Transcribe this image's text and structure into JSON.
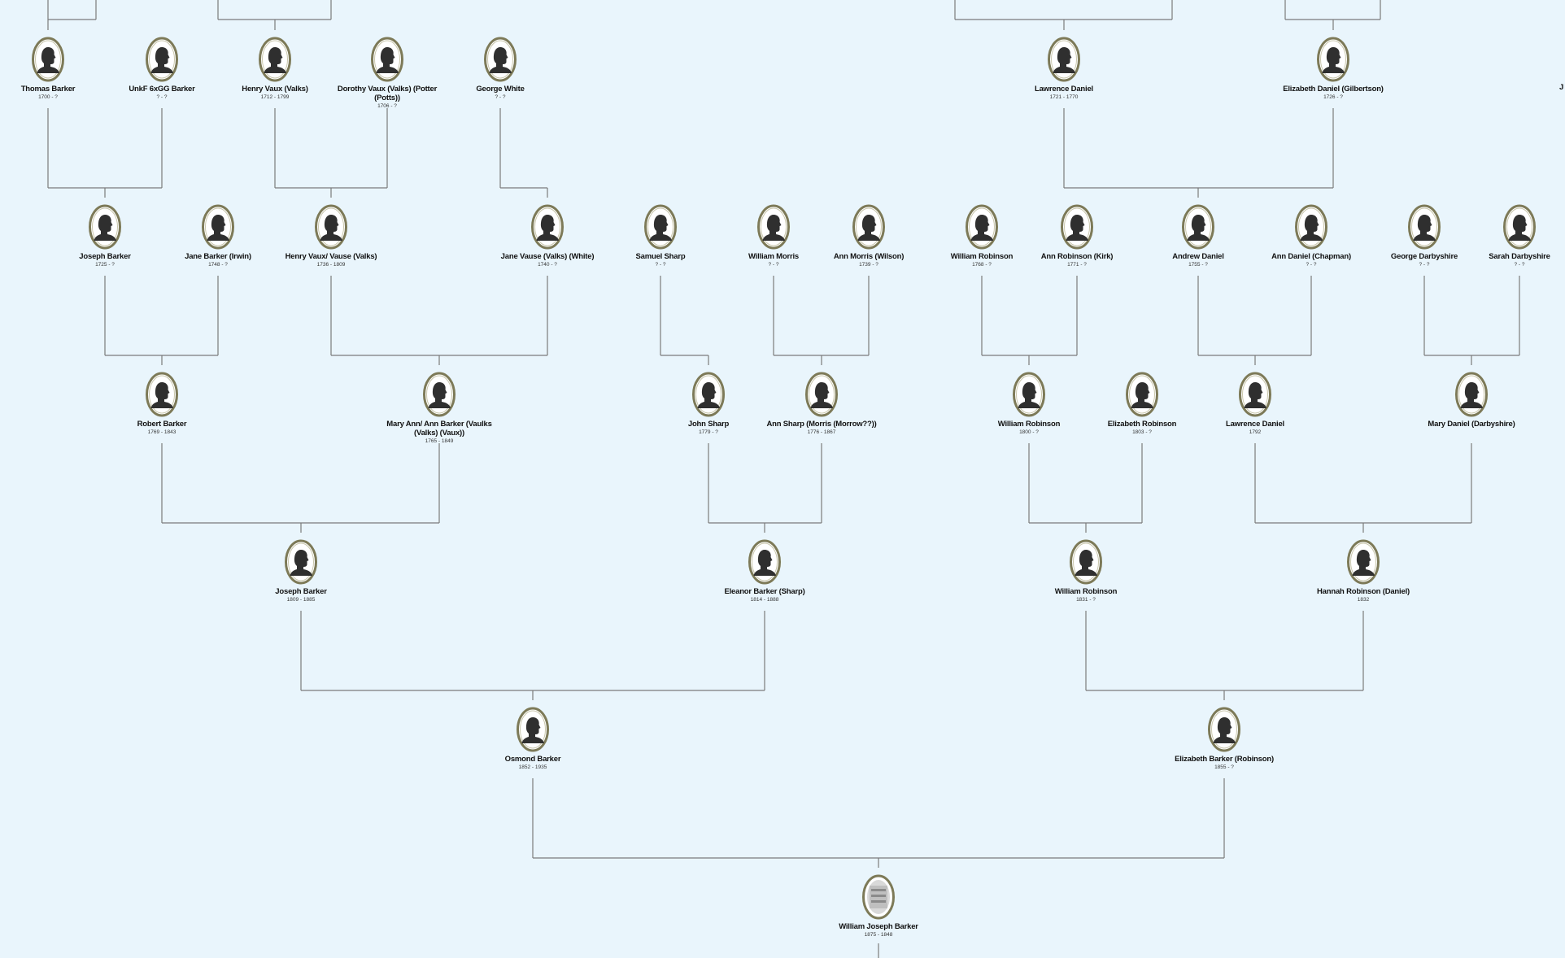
{
  "tree": {
    "people": [
      {
        "id": "thomas-barker",
        "name": "Thomas Barker",
        "dates": "1700 - ?"
      },
      {
        "id": "unkf-barker",
        "name": "UnkF 6xGG Barker",
        "dates": "? - ?"
      },
      {
        "id": "henry-vaux-1712",
        "name": "Henry Vaux (Valks)",
        "dates": "1712 - 1799"
      },
      {
        "id": "dorothy-vaux",
        "name": "Dorothy Vaux (Valks) (Potter (Potts))",
        "dates": "1706 - ?"
      },
      {
        "id": "george-white",
        "name": "George White",
        "dates": "? - ?"
      },
      {
        "id": "lawrence-daniel-1721",
        "name": "Lawrence Daniel",
        "dates": "1721 - 1770"
      },
      {
        "id": "elizabeth-daniel",
        "name": "Elizabeth Daniel (Gilbertson)",
        "dates": "1726 - ?"
      },
      {
        "id": "joseph-barker-1725",
        "name": "Joseph Barker",
        "dates": "1725 - ?"
      },
      {
        "id": "jane-barker",
        "name": "Jane Barker (Irwin)",
        "dates": "1748 - ?"
      },
      {
        "id": "henry-vaux-1736",
        "name": "Henry Vaux/ Vause (Valks)",
        "dates": "1736 - 1809"
      },
      {
        "id": "jane-vause",
        "name": "Jane Vause (Valks) (White)",
        "dates": "1740 - ?"
      },
      {
        "id": "samuel-sharp",
        "name": "Samuel Sharp",
        "dates": "? - ?"
      },
      {
        "id": "william-morris",
        "name": "William Morris",
        "dates": "? - ?"
      },
      {
        "id": "ann-morris",
        "name": "Ann Morris (Wilson)",
        "dates": "1739 - ?"
      },
      {
        "id": "william-robinson-1768",
        "name": "William Robinson",
        "dates": "1768 - ?"
      },
      {
        "id": "ann-robinson",
        "name": "Ann Robinson (Kirk)",
        "dates": "1771 - ?"
      },
      {
        "id": "andrew-daniel",
        "name": "Andrew Daniel",
        "dates": "1755 - ?"
      },
      {
        "id": "ann-daniel",
        "name": "Ann Daniel (Chapman)",
        "dates": "? - ?"
      },
      {
        "id": "george-darbyshire",
        "name": "George Darbyshire",
        "dates": "? - ?"
      },
      {
        "id": "sarah-darbyshire",
        "name": "Sarah Darbyshire",
        "dates": "? - ?"
      },
      {
        "id": "robert-barker",
        "name": "Robert Barker",
        "dates": "1769 - 1843"
      },
      {
        "id": "mary-ann-barker",
        "name": "Mary Ann/ Ann Barker (Vaulks (Valks) (Vaux))",
        "dates": "1765 - 1849"
      },
      {
        "id": "john-sharp",
        "name": "John Sharp",
        "dates": "1779 - ?"
      },
      {
        "id": "ann-sharp",
        "name": "Ann Sharp (Morris (Morrow??))",
        "dates": "1776 - 1867"
      },
      {
        "id": "william-robinson-1800",
        "name": "William Robinson",
        "dates": "1800 - ?"
      },
      {
        "id": "elizabeth-robinson-1803",
        "name": "Elizabeth Robinson",
        "dates": "1803 - ?"
      },
      {
        "id": "lawrence-daniel-1792",
        "name": "Lawrence Daniel",
        "dates": "1792"
      },
      {
        "id": "mary-daniel",
        "name": "Mary Daniel (Darbyshire)",
        "dates": ""
      },
      {
        "id": "joseph-barker-1809",
        "name": "Joseph Barker",
        "dates": "1809 - 1885"
      },
      {
        "id": "eleanor-barker",
        "name": "Eleanor Barker (Sharp)",
        "dates": "1814 - 1888"
      },
      {
        "id": "william-robinson-1831",
        "name": "William Robinson",
        "dates": "1831 - ?"
      },
      {
        "id": "hannah-robinson",
        "name": "Hannah Robinson (Daniel)",
        "dates": "1832"
      },
      {
        "id": "osmond-barker",
        "name": "Osmond Barker",
        "dates": "1852 - 1935"
      },
      {
        "id": "elizabeth-barker",
        "name": "Elizabeth Barker (Robinson)",
        "dates": "1855 - ?"
      },
      {
        "id": "william-joseph-barker",
        "name": "William Joseph Barker",
        "dates": "1875 - 1848",
        "portrait": "photo"
      }
    ],
    "edge_label": "J"
  },
  "colors": {
    "background": "#e9f5fc",
    "line": "#7b7b7b",
    "frame": "#7d7a58",
    "silhouette": "#2f2f2f"
  }
}
